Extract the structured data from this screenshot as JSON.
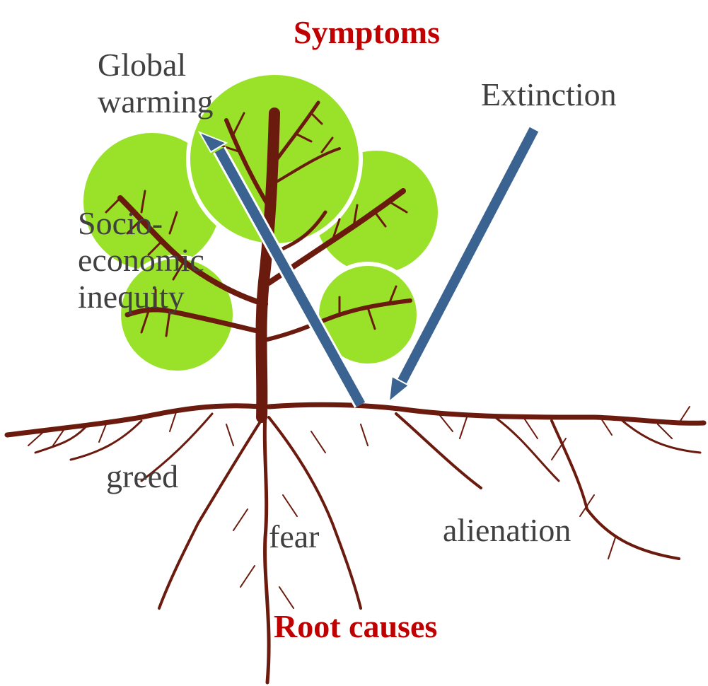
{
  "diagram": {
    "top_heading": "Symptoms",
    "bottom_heading": "Root causes",
    "heading_color": "#c00000",
    "label_color": "#404040",
    "leaf_color": "#9ae12a",
    "trunk_color": "#6b1a0e",
    "arrow_color": "#3a6391",
    "symptoms": {
      "global_warming": [
        "Global",
        "warming"
      ],
      "extinction": "Extinction",
      "socio_economic": [
        "Socio-",
        "economic",
        "inequity"
      ]
    },
    "root_causes": {
      "greed": "greed",
      "fear": "fear",
      "alienation": "alienation"
    },
    "icons": [
      "tree-icon",
      "arrow-up-icon",
      "arrow-down-icon"
    ]
  }
}
